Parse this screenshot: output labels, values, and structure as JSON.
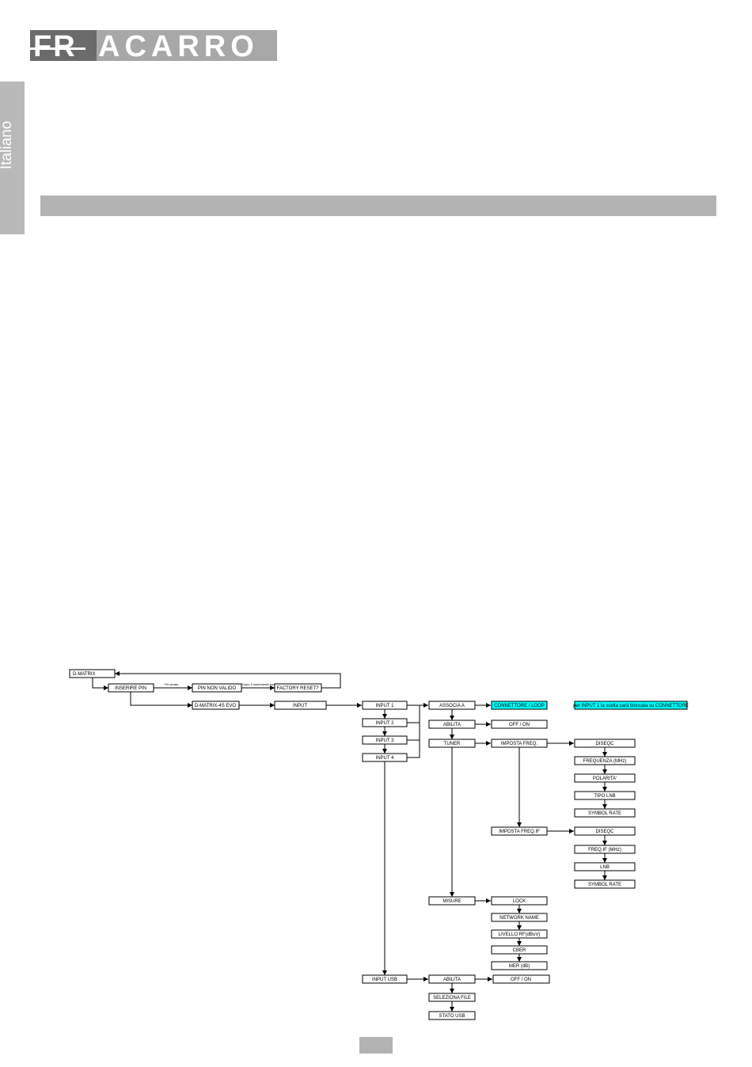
{
  "brand": {
    "logo_text_left": "FR",
    "logo_text_right": "ACARRO",
    "dark_color": "#6b6b6b",
    "light_color": "#a8a8a8"
  },
  "sidebar": {
    "language_label": "Italiano"
  },
  "diagram": {
    "nodes": {
      "dmatrix": "D-MATRIX",
      "inserire_pin": "INSERIRE PIN",
      "pin_non_valido": "PIN NON VALIDO",
      "factory_reset": "FACTORY RESET?",
      "dmatrix_evo": "D-MATRIX-4S EVO",
      "input": "INPUT",
      "input1": "INPUT 1",
      "input2": "INPUT 2",
      "input3": "INPUT 3",
      "input4": "INPUT 4",
      "input_usb": "INPUT USB",
      "associa": "ASSOCIA A",
      "connettore": "CONNETTORE / LOOP",
      "note_input1": "per INPUT 1 la scelta sarà bloccata su CONNETTORE",
      "abilita": "ABILITA",
      "off_on": "OFF / ON",
      "tuner": "TUNER",
      "imposta_freq": "IMPOSTA FREQ.",
      "diseqc1": "DISEQC",
      "frequenza": "FREQUENZA  (MHz)",
      "polarita": "POLARITA'",
      "tipo_lnb": "TIPO LNB",
      "symbol_rate1": "SYMBOL RATE",
      "imposta_freq_if": "IMPOSTA FREQ.IF",
      "diseqc2": "DISEQC",
      "freq_if": "FREQ.IF    (MHz)",
      "lnb": "LNB",
      "symbol_rate2": "SYMBOL RATE",
      "misure": "MISURE",
      "lock": "LOCK",
      "network_name": "NETWORK NAME",
      "livello_rf": "LIVELLO RF(dBuV)",
      "cber": "CBER",
      "mer": "MER (dB)",
      "abilita_usb": "ABILITA",
      "off_on_usb": "OFF / ON",
      "seleziona_file": "SELEZIONA FILE",
      "stato_usb": "STATO USB"
    },
    "edge_labels": {
      "pin_errato": "Pin errato",
      "dopo_tentativi": "Dopo 3 inserimenti errati"
    }
  }
}
